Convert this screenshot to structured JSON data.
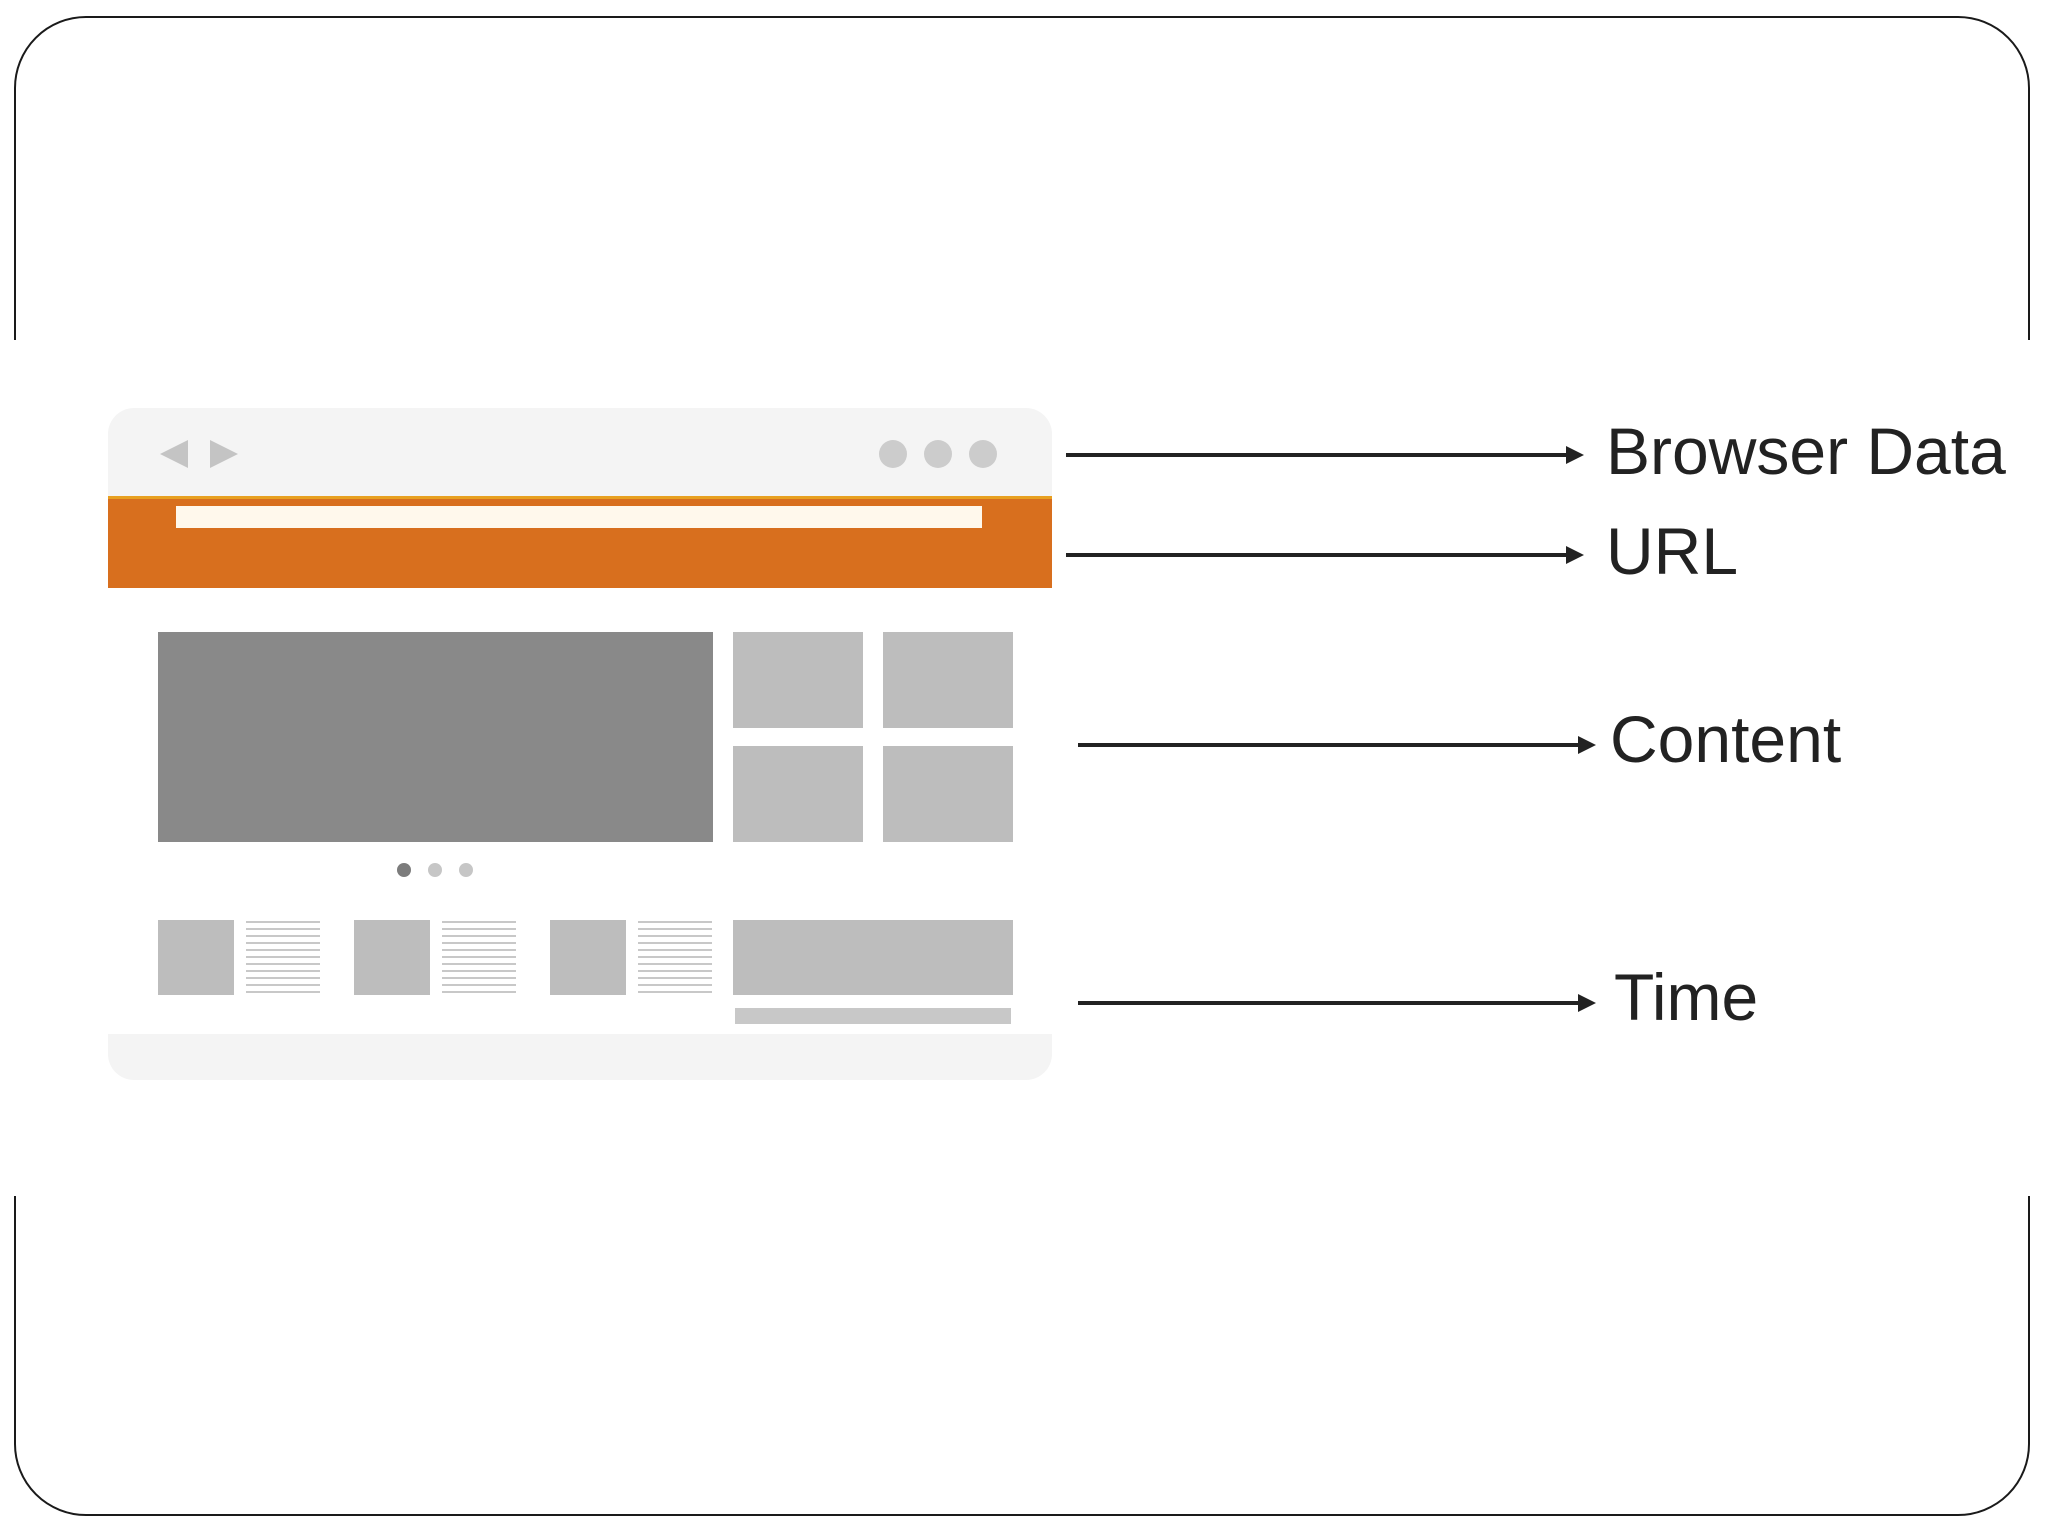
{
  "labels": {
    "browser_data": "Browser Data",
    "url": "URL",
    "content": "Content",
    "time": "Time"
  },
  "colors": {
    "accent": "#d86f1e",
    "chrome": "#f2f2f2",
    "dark_block": "#898989",
    "light_block": "#bdbdbd",
    "text": "#222222"
  },
  "icons": [
    "back-arrow-icon",
    "forward-arrow-icon",
    "more-dots-icon",
    "carousel-dots-icon"
  ]
}
